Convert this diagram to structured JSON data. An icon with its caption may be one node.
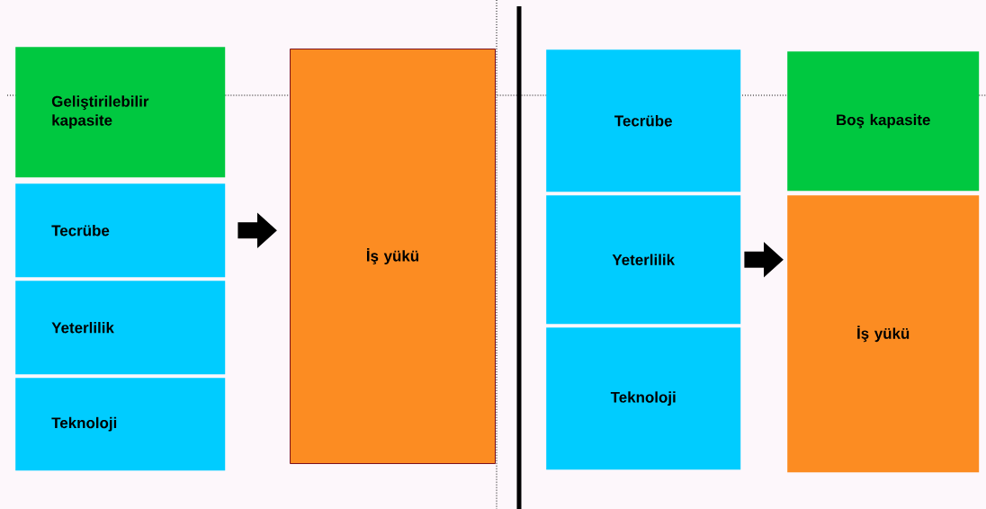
{
  "diagram": {
    "nodes": [
      {
        "text": [
          "Geliştirilebilir kapasite"
        ]
      },
      {
        "text": [
          "Tecrübe"
        ]
      },
      {
        "text": [
          "Yeterlilik"
        ]
      },
      {
        "text": [
          "Teknoloji"
        ]
      },
      {
        "text": [
          "İş yükü"
        ]
      },
      {
        "text": [
          "Tecrübe"
        ]
      },
      {
        "text": [
          "Yeterlilik"
        ]
      },
      {
        "text": [
          "Teknoloji"
        ]
      },
      {
        "text": [
          "Boş kapasite"
        ]
      },
      {
        "text": [
          "İş yükü"
        ]
      }
    ],
    "edges": [
      {
        "from": 1,
        "to": 4,
        "arrow": "to"
      },
      {
        "from": 6,
        "to": 9,
        "arrow": "to"
      }
    ]
  }
}
